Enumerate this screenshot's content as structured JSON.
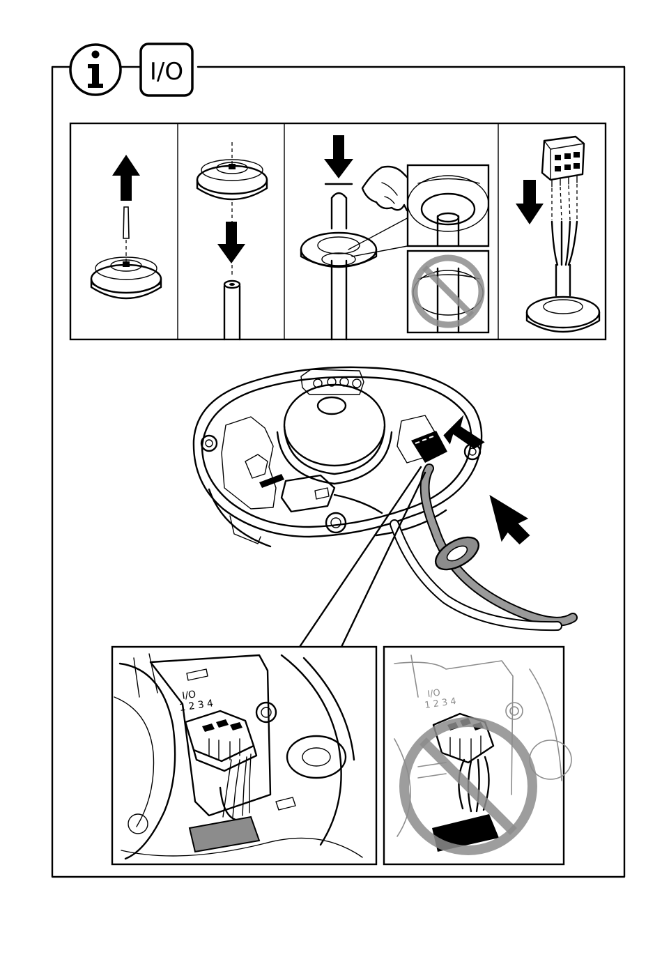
{
  "header": {
    "info_icon": "info-icon",
    "io_badge_label": "I/O"
  },
  "steps_strip": {
    "panels": [
      {
        "icon": "arrow-up-icon"
      },
      {
        "icon": "arrow-down-icon"
      },
      {
        "icon": "arrow-down-icon"
      },
      {
        "icon": "arrow-down-icon"
      }
    ]
  },
  "detail_views": {
    "correct": {
      "port_label": "I/O",
      "pin_numbers": "1 2 3 4"
    },
    "incorrect": {
      "port_label": "I/O",
      "pin_numbers": "1 2 3 4",
      "icon": "prohibited-icon"
    }
  },
  "colors": {
    "ink": "#000000",
    "shade": "#8c8c8c",
    "background": "#ffffff"
  }
}
